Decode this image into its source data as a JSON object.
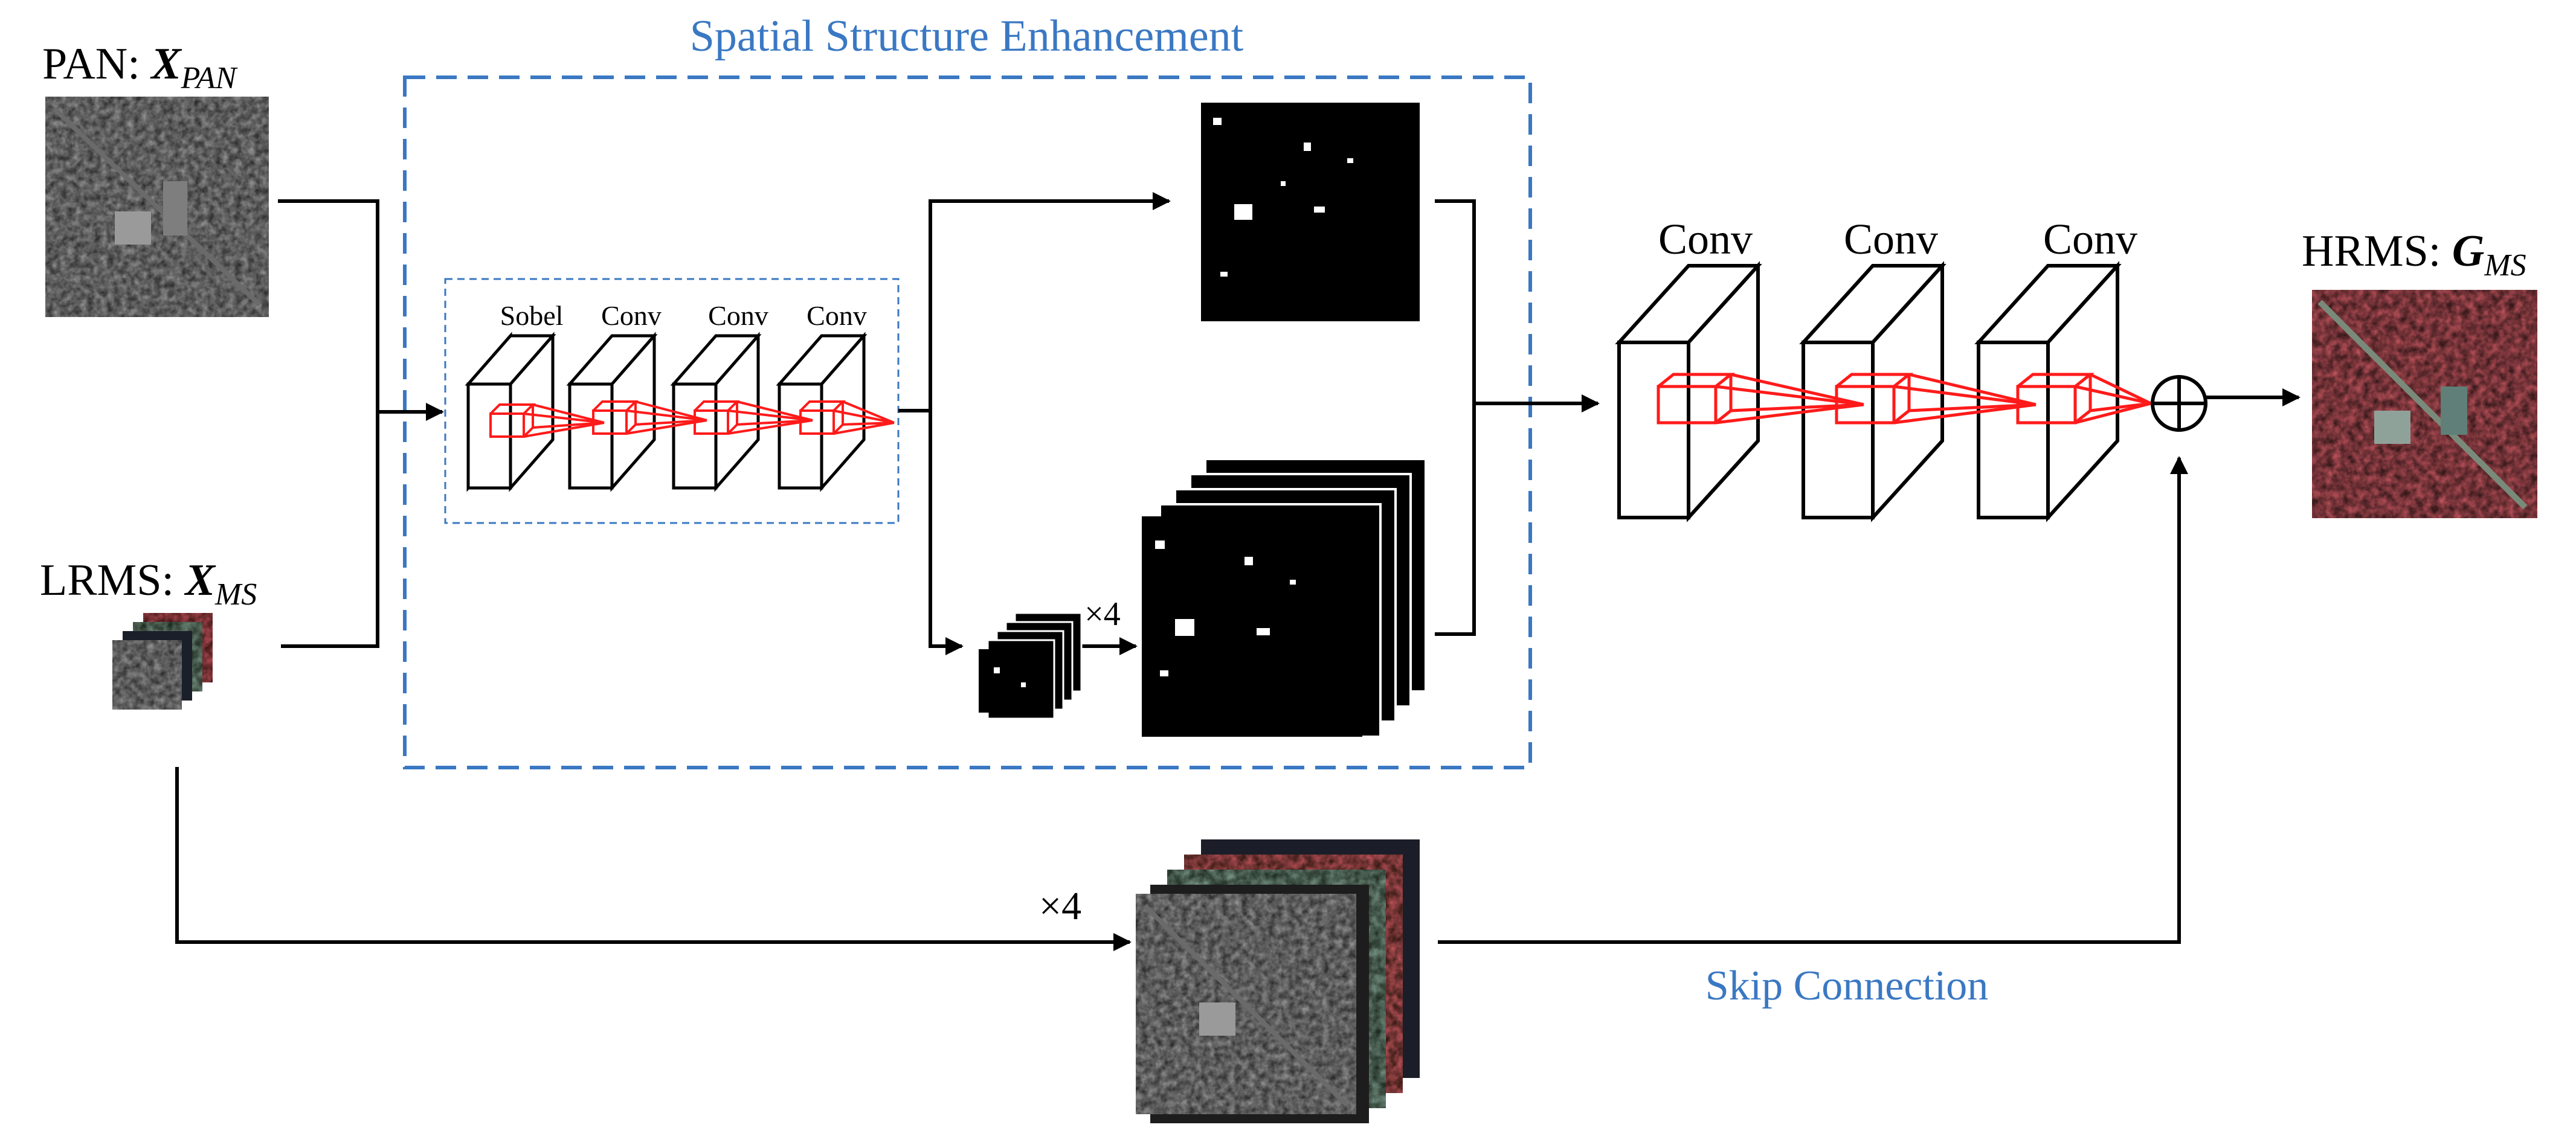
{
  "inputs": {
    "pan_label": "PAN: ",
    "pan_symbol": "X",
    "pan_subscript": "PAN",
    "lrms_label": "LRMS: ",
    "lrms_symbol": "X",
    "lrms_subscript": "MS"
  },
  "output": {
    "label": "HRMS: ",
    "symbol": "G",
    "subscript": "MS"
  },
  "sse": {
    "title": "Spatial Structure Enhancement",
    "inner_layers": [
      "Sobel",
      "Conv",
      "Conv",
      "Conv"
    ],
    "upsample_label": "×4"
  },
  "main_layers": [
    "Conv",
    "Conv",
    "Conv"
  ],
  "skip": {
    "label": "Skip Connection",
    "upsample_label": "×4"
  },
  "colors": {
    "accent_blue": "#3a78c3",
    "kernel_red": "#ff1a1a"
  }
}
